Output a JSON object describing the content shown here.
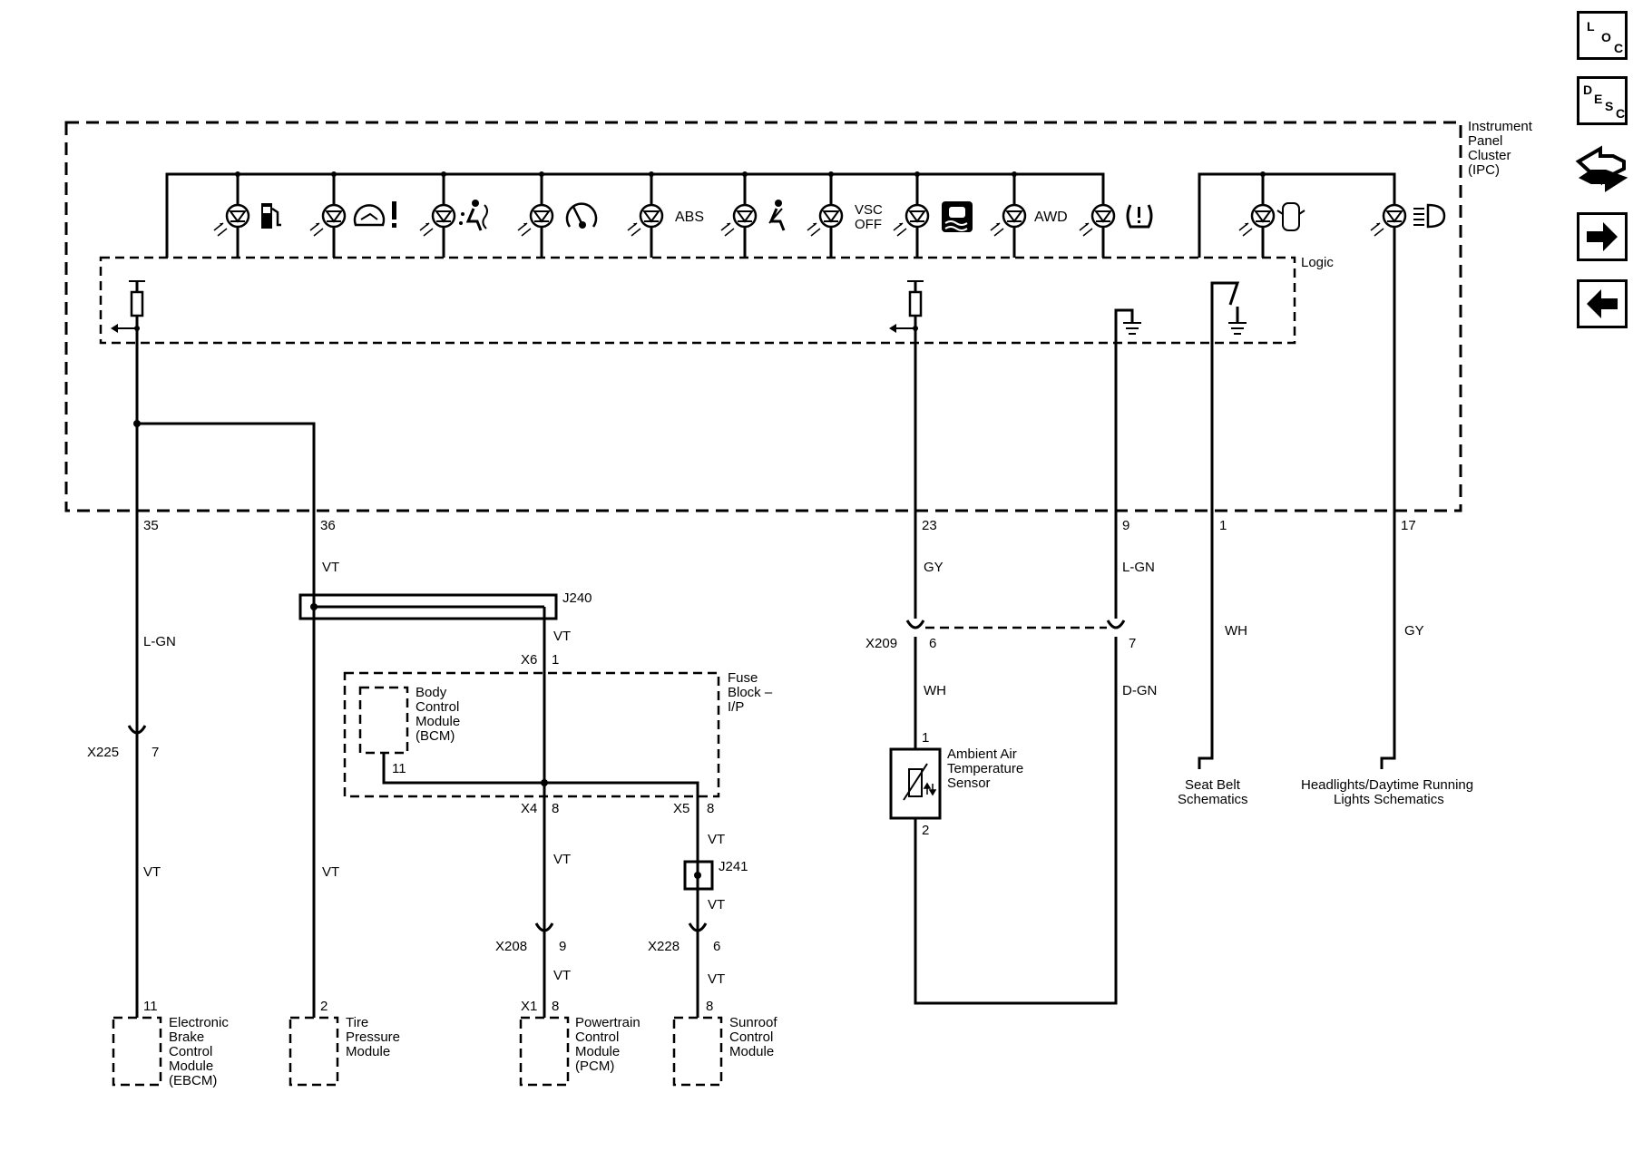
{
  "nav": {
    "loc": [
      "L",
      "O",
      "C"
    ],
    "desc": [
      "D",
      "E",
      "S",
      "C"
    ]
  },
  "ipc": {
    "title_lines": [
      "Instrument",
      "Panel",
      "Cluster",
      "(IPC)"
    ],
    "logic_label": "Logic",
    "indicator_text": {
      "abs": "ABS",
      "vsc_line1": "VSC",
      "vsc_line2": "OFF",
      "awd": "AWD"
    },
    "pins": [
      "35",
      "36",
      "23",
      "9",
      "1",
      "17"
    ]
  },
  "wires": {
    "c35": "L-GN",
    "c35_lower": "VT",
    "c36": "VT",
    "c36_lower": "VT",
    "j240_down": "VT",
    "x4_down": "VT",
    "x5_down": "VT",
    "j241_down": "VT",
    "x208_down": "VT",
    "x228_down": "VT",
    "c23": "GY",
    "c23_lower": "WH",
    "c9": "L-GN",
    "c9_lower": "D-GN",
    "c1": "WH",
    "c17": "GY"
  },
  "splices": {
    "j240": "J240",
    "j241": "J241"
  },
  "connectors": {
    "x225": {
      "name": "X225",
      "pin": "7"
    },
    "x6": {
      "name": "X6",
      "pin": "1"
    },
    "x4": {
      "name": "X4",
      "pin": "8"
    },
    "x5": {
      "name": "X5",
      "pin": "8"
    },
    "x208": {
      "name": "X208",
      "pin": "9"
    },
    "x228": {
      "name": "X228",
      "pin": "6"
    },
    "x209_a": {
      "name": "X209",
      "pin": "6"
    },
    "x209_b": {
      "pin": "7"
    },
    "x1": {
      "name": "X1",
      "pin": "8"
    }
  },
  "fuse_block": {
    "lines": [
      "Fuse",
      "Block –",
      "I/P"
    ]
  },
  "bcm": {
    "lines": [
      "Body",
      "Control",
      "Module",
      "(BCM)"
    ],
    "pin": "11"
  },
  "sensor": {
    "lines": [
      "Ambient Air",
      "Temperature",
      "Sensor"
    ],
    "pin_top": "1",
    "pin_bottom": "2"
  },
  "modules": {
    "ebcm": {
      "pin": "11",
      "lines": [
        "Electronic",
        "Brake",
        "Control",
        "Module",
        "(EBCM)"
      ]
    },
    "tpm": {
      "pin": "2",
      "lines": [
        "Tire",
        "Pressure",
        "Module"
      ]
    },
    "pcm": {
      "pin": "8",
      "lines": [
        "Powertrain",
        "Control",
        "Module",
        "(PCM)"
      ]
    },
    "sunroof": {
      "pin": "8",
      "lines": [
        "Sunroof",
        "Control",
        "Module"
      ]
    }
  },
  "references": {
    "seat_belt": [
      "Seat Belt",
      "Schematics"
    ],
    "headlights": [
      "Headlights/Daytime Running",
      "Lights Schematics"
    ]
  }
}
